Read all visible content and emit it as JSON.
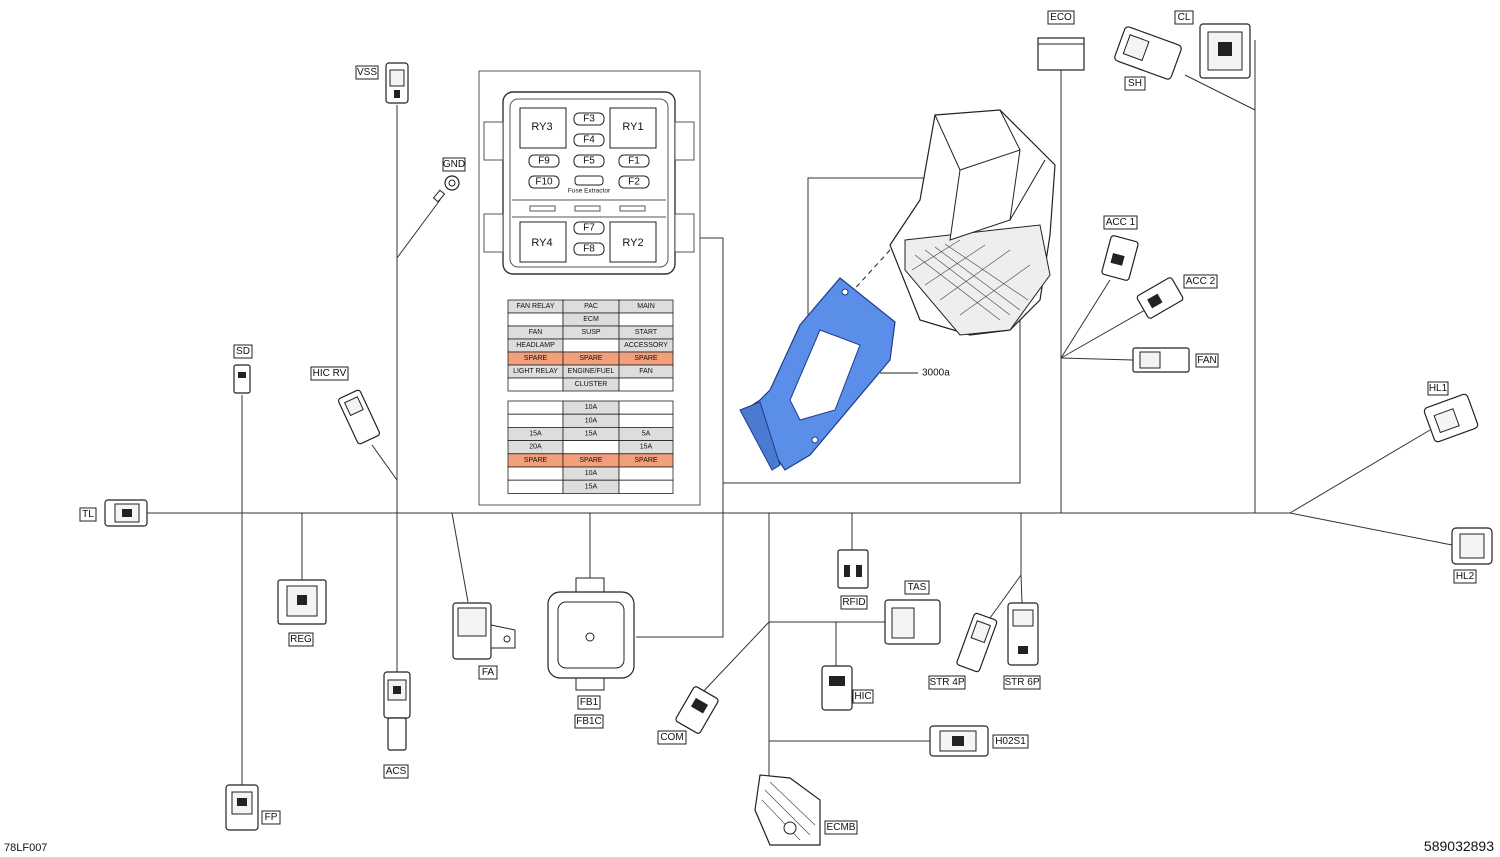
{
  "labels": {
    "vss": "VSS",
    "gnd": "GND",
    "sd": "SD",
    "hic_rv": "HIC RV",
    "tl": "TL",
    "reg": "REG",
    "fa": "FA",
    "acs": "ACS",
    "fp": "FP",
    "fb1": "FB1",
    "fb1c": "FB1C",
    "eco": "ECO",
    "cl": "CL",
    "sh": "SH",
    "acc1": "ACC 1",
    "acc2": "ACC 2",
    "fan": "FAN",
    "hl1": "HL1",
    "hl2": "HL2",
    "rfid": "RFID",
    "tas": "TAS",
    "hic": "HIC",
    "str4p": "STR 4P",
    "str6p": "STR 6P",
    "com": "COM",
    "h02s1": "H02S1",
    "ecmb": "ECMB",
    "part_3000a": "3000a"
  },
  "fusebox": {
    "relays": [
      "RY3",
      "RY1",
      "RY4",
      "RY2"
    ],
    "fuses": [
      "F3",
      "F4",
      "F9",
      "F5",
      "F1",
      "F10",
      "F2",
      "F7",
      "F8"
    ],
    "fuse_extractor": "Fuse Extractor"
  },
  "function_table": [
    [
      "FAN RELAY",
      "PAC",
      "MAIN"
    ],
    [
      "",
      "ECM",
      ""
    ],
    [
      "FAN",
      "SUSP",
      "START"
    ],
    [
      "HEADLAMP",
      "",
      "ACCESSORY"
    ],
    [
      "SPARE",
      "SPARE",
      "SPARE"
    ],
    [
      "LIGHT RELAY",
      "ENGINE/FUEL",
      "FAN"
    ],
    [
      "",
      "CLUSTER",
      ""
    ]
  ],
  "rating_table": [
    [
      "",
      "10A",
      ""
    ],
    [
      "",
      "10A",
      ""
    ],
    [
      "15A",
      "15A",
      "5A"
    ],
    [
      "20A",
      "",
      "15A"
    ],
    [
      "SPARE",
      "SPARE",
      "SPARE"
    ],
    [
      "",
      "10A",
      ""
    ],
    [
      "",
      "15A",
      ""
    ]
  ],
  "colors": {
    "highlight_part": "#5b8ee8",
    "spare_row": "#f2a07b",
    "table_grey": "#dddddd"
  },
  "footer": {
    "left_code": "78LF007",
    "right_code": "589032893"
  }
}
